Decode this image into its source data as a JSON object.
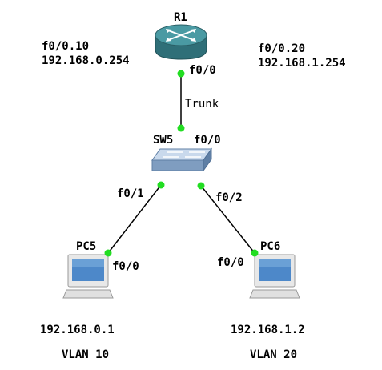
{
  "colors": {
    "link": "#000000",
    "port_dot": "#22dd22",
    "router_top": "#3f8f97",
    "router_body": "#2f6f78",
    "switch_top": "#b9cde3",
    "switch_body": "#6f8fb3",
    "pc_screen": "#4d88c9"
  },
  "devices": {
    "r1": {
      "name": "R1",
      "icon": "router-icon"
    },
    "sw5": {
      "name": "SW5",
      "icon": "switch-icon"
    },
    "pc5": {
      "name": "PC5",
      "icon": "pc-icon"
    },
    "pc6": {
      "name": "PC6",
      "icon": "pc-icon"
    }
  },
  "links": {
    "r1_sw5": {
      "label": "Trunk",
      "port_a": "f0/0",
      "port_b": "f0/0"
    },
    "sw5_pc5": {
      "port_a": "f0/1",
      "port_b": "f0/0"
    },
    "sw5_pc6": {
      "port_a": "f0/2",
      "port_b": "f0/0"
    }
  },
  "subinterfaces": [
    {
      "name": "f0/0.10",
      "ip": "192.168.0.254"
    },
    {
      "name": "f0/0.20",
      "ip": "192.168.1.254"
    }
  ],
  "hosts": {
    "pc5": {
      "ip": "192.168.0.1",
      "vlan": "VLAN 10"
    },
    "pc6": {
      "ip": "192.168.1.2",
      "vlan": "VLAN 20"
    }
  }
}
